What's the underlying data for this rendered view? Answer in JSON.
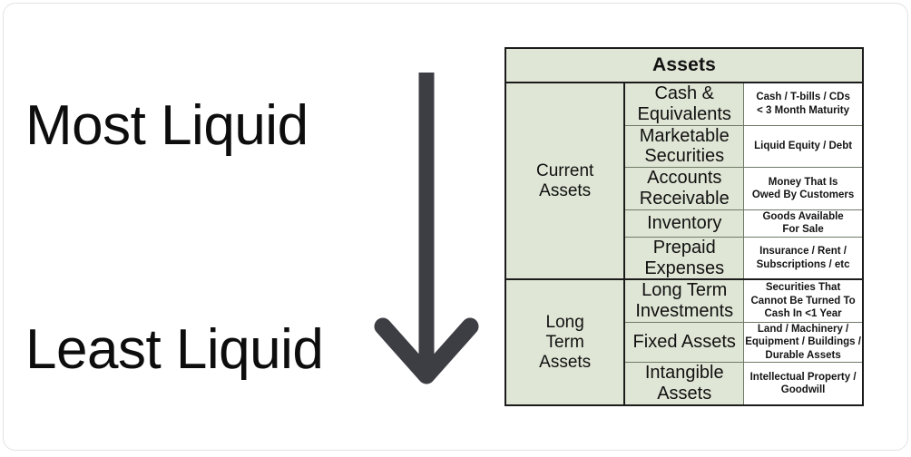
{
  "slide": {
    "left_labels": {
      "top": "Most Liquid",
      "bottom": "Least Liquid"
    },
    "arrow": {
      "name": "down-arrow",
      "direction": "down",
      "color": "#3d3d44"
    },
    "colors": {
      "table_fill": "#dfe6d5",
      "description_fill": "#ffffff",
      "border_dark": "#1b1b1b",
      "border_light": "#6e7a66",
      "text": "#111111",
      "card_border": "#e2e3e5"
    }
  },
  "table": {
    "header": "Assets",
    "groups": [
      {
        "name": "Current Assets",
        "label_lines": [
          "Current",
          "Assets"
        ],
        "rows": [
          {
            "item_lines": [
              "Cash &",
              "Equivalents"
            ],
            "item": "Cash & Equivalents",
            "desc_lines": [
              "Cash / T-bills / CDs",
              "< 3 Month Maturity"
            ],
            "desc": "Cash / T-bills / CDs < 3 Month Maturity"
          },
          {
            "item_lines": [
              "Marketable",
              "Securities"
            ],
            "item": "Marketable Securities",
            "desc_lines": [
              "Liquid Equity / Debt"
            ],
            "desc": "Liquid Equity / Debt"
          },
          {
            "item_lines": [
              "Accounts",
              "Receivable"
            ],
            "item": "Accounts Receivable",
            "desc_lines": [
              "Money That Is",
              "Owed By Customers"
            ],
            "desc": "Money That Is Owed By Customers"
          },
          {
            "item_lines": [
              "Inventory"
            ],
            "item": "Inventory",
            "desc_lines": [
              "Goods Available",
              "For Sale"
            ],
            "desc": "Goods Available For Sale"
          },
          {
            "item_lines": [
              "Prepaid Expenses"
            ],
            "item": "Prepaid Expenses",
            "desc_lines": [
              "Insurance / Rent /",
              "Subscriptions / etc"
            ],
            "desc": "Insurance / Rent / Subscriptions / etc"
          }
        ]
      },
      {
        "name": "Long Term Assets",
        "label_lines": [
          "Long",
          "Term",
          "Assets"
        ],
        "rows": [
          {
            "item_lines": [
              "Long Term",
              "Investments"
            ],
            "item": "Long Term Investments",
            "desc_lines": [
              "Securities That",
              "Cannot Be Turned To",
              "Cash In <1 Year"
            ],
            "desc": "Securities That Cannot Be Turned To Cash In <1 Year"
          },
          {
            "item_lines": [
              "Fixed Assets"
            ],
            "item": "Fixed Assets",
            "desc_lines": [
              "Land / Machinery /",
              "Equipment / Buildings /",
              "Durable Assets"
            ],
            "desc": "Land / Machinery / Equipment / Buildings / Durable Assets"
          },
          {
            "item_lines": [
              "Intangible Assets"
            ],
            "item": "Intangible Assets",
            "desc_lines": [
              "Intellectual Property /",
              "Goodwill"
            ],
            "desc": "Intellectual Property / Goodwill"
          }
        ]
      }
    ]
  }
}
